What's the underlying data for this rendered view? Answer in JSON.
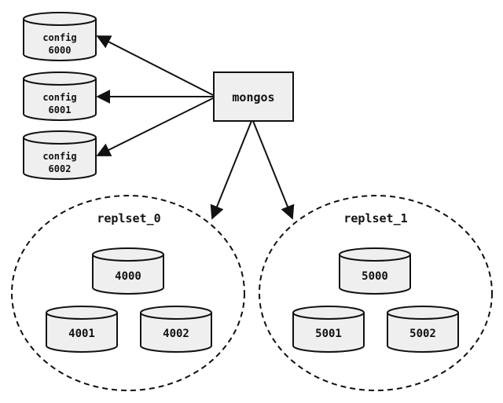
{
  "colors": {
    "fill": "#efefef",
    "stroke": "#111111",
    "background": "#ffffff"
  },
  "router": {
    "label": "mongos"
  },
  "config_servers": [
    {
      "name": "config",
      "port": "6000"
    },
    {
      "name": "config",
      "port": "6001"
    },
    {
      "name": "config",
      "port": "6002"
    }
  ],
  "replica_sets": [
    {
      "label": "replset_0",
      "members": [
        "4000",
        "4001",
        "4002"
      ]
    },
    {
      "label": "replset_1",
      "members": [
        "5000",
        "5001",
        "5002"
      ]
    }
  ]
}
